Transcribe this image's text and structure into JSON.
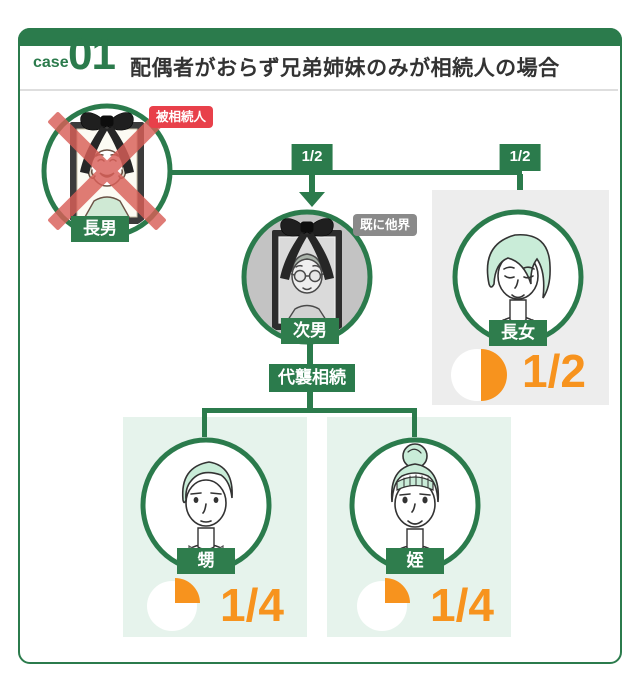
{
  "header": {
    "case_label": "case",
    "case_number": "01",
    "title": "配偶者がおらず兄弟姉妹のみが相続人の場合"
  },
  "tree": {
    "decedent_badge": "被相続人",
    "already_deceased_badge": "既に他界",
    "substitution_label": "代襲相続",
    "left_branch_share": "1/2",
    "right_branch_share": "1/2"
  },
  "people": {
    "eldest_son": {
      "label": "長男"
    },
    "second_son": {
      "label": "次男"
    },
    "eldest_daughter": {
      "label": "長女",
      "share": "1/2",
      "share_fraction": 0.5
    },
    "nephew": {
      "label": "甥",
      "share": "1/4",
      "share_fraction": 0.25
    },
    "niece": {
      "label": "姪",
      "share": "1/4",
      "share_fraction": 0.25
    }
  },
  "colors": {
    "primary_green": "#2b7b4c",
    "panel_green": "#e6f3ec",
    "panel_gray": "#ededed",
    "accent_orange": "#f7931e",
    "badge_red": "#e8404a",
    "badge_gray": "#8a8a8a"
  }
}
